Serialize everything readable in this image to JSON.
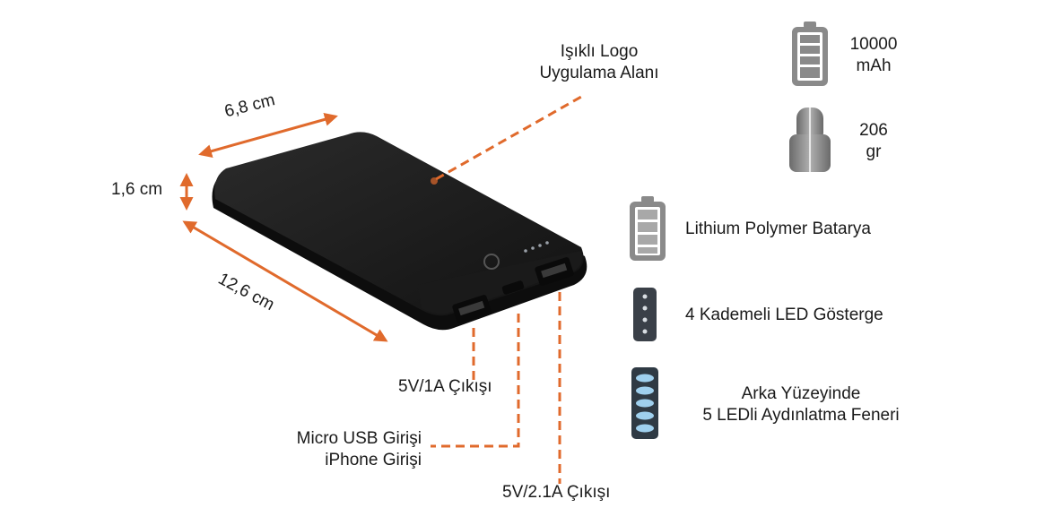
{
  "dimensions": {
    "width": "6,8 cm",
    "thickness": "1,6 cm",
    "length": "12,6 cm"
  },
  "callouts": {
    "logo_line1": "Işıklı Logo",
    "logo_line2": "Uygulama Alanı",
    "out1": "5V/1A Çıkışı",
    "micro_line1": "Micro USB Girişi",
    "micro_line2": "iPhone Girişi",
    "out2": "5V/2.1A Çıkışı"
  },
  "specs": {
    "capacity_line1": "10000",
    "capacity_line2": "mAh",
    "weight_line1": "206",
    "weight_line2": "gr",
    "battery_type": "Lithium Polymer Batarya",
    "led_indicator": "4 Kademeli LED Gösterge",
    "flashlight_line1": "Arka Yüzeyinde",
    "flashlight_line2": "5 LEDli Aydınlatma Feneri"
  },
  "icons": {
    "capacity": "battery-full-icon",
    "weight": "weight-icon",
    "battery_type": "battery-cells-icon",
    "led_indicator": "led-dots-icon",
    "flashlight": "flashlight-leds-icon"
  },
  "colors": {
    "accent": "#e06a2c",
    "device": "#1f1f1f",
    "icon_gray": "#8a8a8a",
    "led_blue": "#9fd0ee"
  }
}
